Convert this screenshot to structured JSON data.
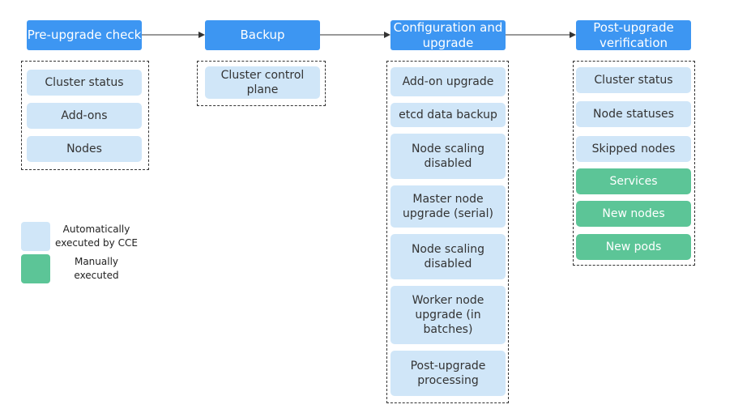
{
  "stages": [
    {
      "label": "Pre-upgrade check"
    },
    {
      "label": "Backup"
    },
    {
      "label": "Configuration and\nupgrade"
    },
    {
      "label": "Post-upgrade\nverification"
    }
  ],
  "pre_check_items": [
    "Cluster status",
    "Add-ons",
    "Nodes"
  ],
  "backup_items": [
    "Cluster control\nplane"
  ],
  "config_items": [
    "Add-on upgrade",
    "etcd data backup",
    "Node scaling\ndisabled",
    "Master node\nupgrade (serial)",
    "Node scaling\ndisabled",
    "Worker node\nupgrade (in\nbatches)",
    "Post-upgrade\nprocessing"
  ],
  "verify_items": [
    {
      "label": "Cluster status",
      "mode": "auto"
    },
    {
      "label": "Node statuses",
      "mode": "auto"
    },
    {
      "label": "Skipped nodes",
      "mode": "auto"
    },
    {
      "label": "Services",
      "mode": "manual"
    },
    {
      "label": "New nodes",
      "mode": "manual"
    },
    {
      "label": "New pods",
      "mode": "manual"
    }
  ],
  "legend": {
    "auto_label": "Automatically\nexecuted by CCE",
    "manual_label": "Manually\nexecuted"
  },
  "colors": {
    "stage": "#3d96f2",
    "auto": "#d0e6f8",
    "manual": "#5cc597",
    "connector": "#333333"
  }
}
